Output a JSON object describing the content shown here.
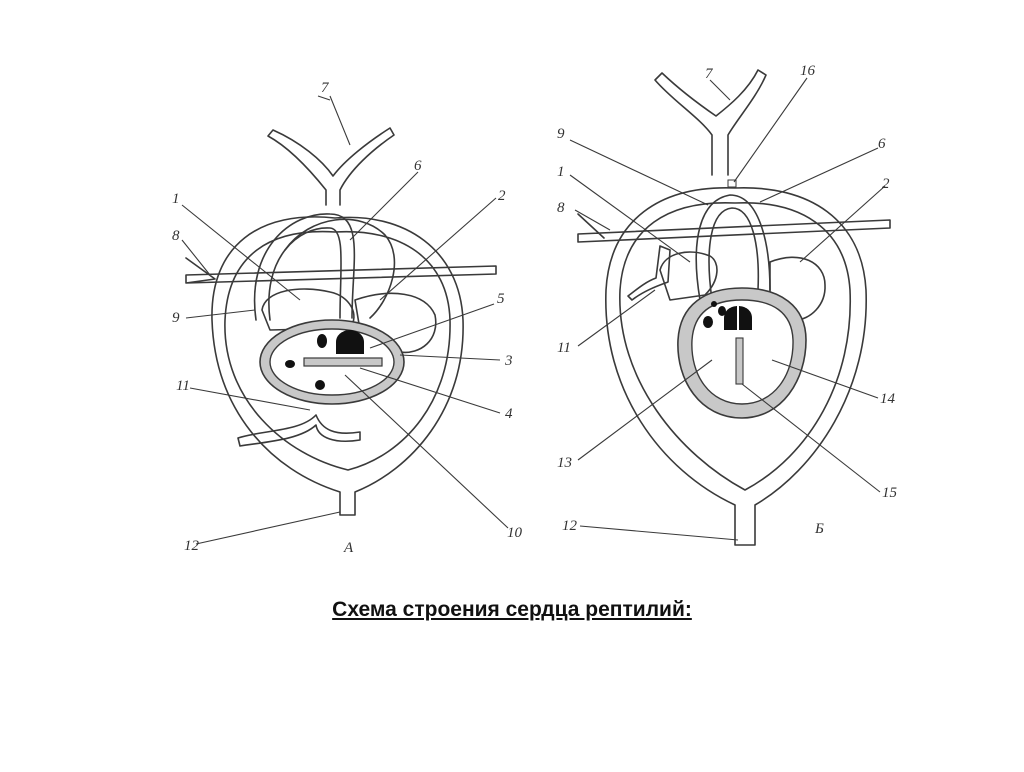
{
  "caption": "Схема строения сердца рептилий:",
  "colors": {
    "wall": "#c8c8c8",
    "ink": "#3a3a3a",
    "fill": "#ffffff"
  },
  "diagram_a": {
    "panel_label": "А",
    "labels": [
      "1",
      "2",
      "3",
      "4",
      "5",
      "6",
      "7",
      "8",
      "9",
      "10",
      "11",
      "12"
    ]
  },
  "diagram_b": {
    "panel_label": "Б",
    "labels": [
      "1",
      "2",
      "6",
      "7",
      "8",
      "9",
      "11",
      "12",
      "13",
      "14",
      "15",
      "16"
    ]
  }
}
